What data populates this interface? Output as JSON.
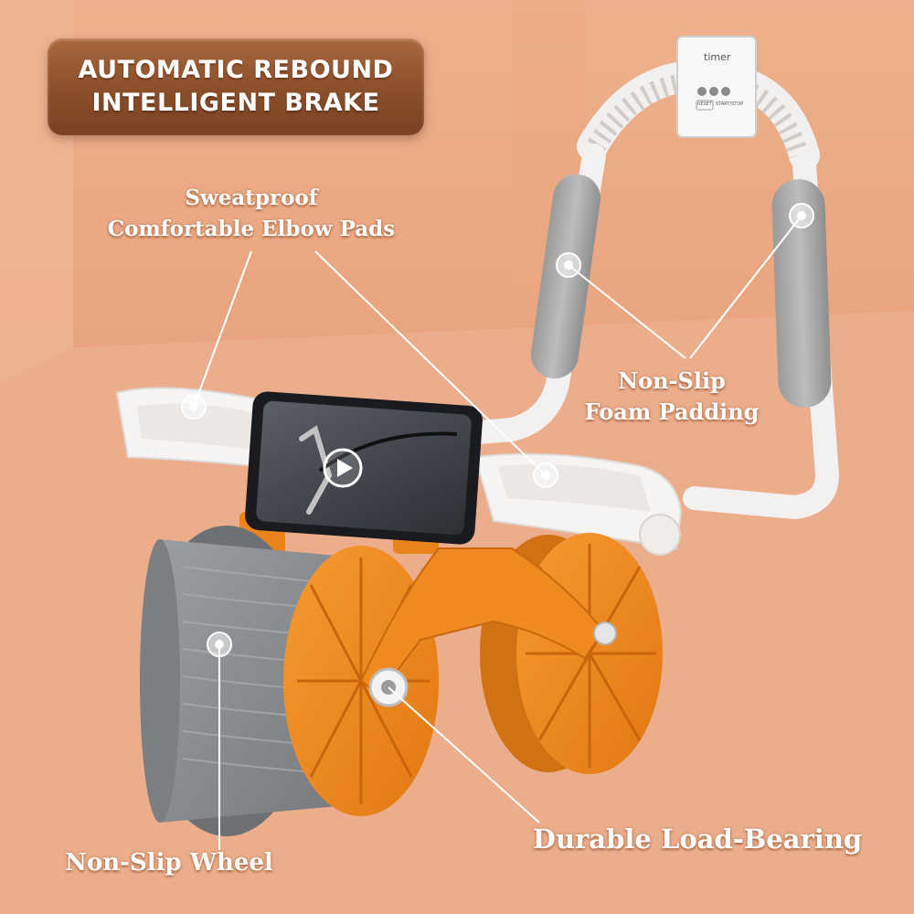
{
  "banner": {
    "line1": "AUTOMATIC REBOUND",
    "line2": "INTELLIGENT BRAKE"
  },
  "callouts": {
    "elbow_pads": {
      "line1": "Sweatproof",
      "line2": "Comfortable Elbow Pads"
    },
    "foam_padding": {
      "line1": "Non-Slip",
      "line2": "Foam Padding"
    },
    "wheel": "Non-Slip Wheel",
    "load_bearing": "Durable Load-Bearing"
  },
  "timer": {
    "title": "timer",
    "reset_label": "RESET",
    "start_stop_label": "START/STOP"
  },
  "colors": {
    "background": "#e8a784",
    "accent_orange": "#f08a1e",
    "banner_brown": "#8a4e2a",
    "wheel_grey": "#8c8f92",
    "label_white": "#ffffff"
  }
}
